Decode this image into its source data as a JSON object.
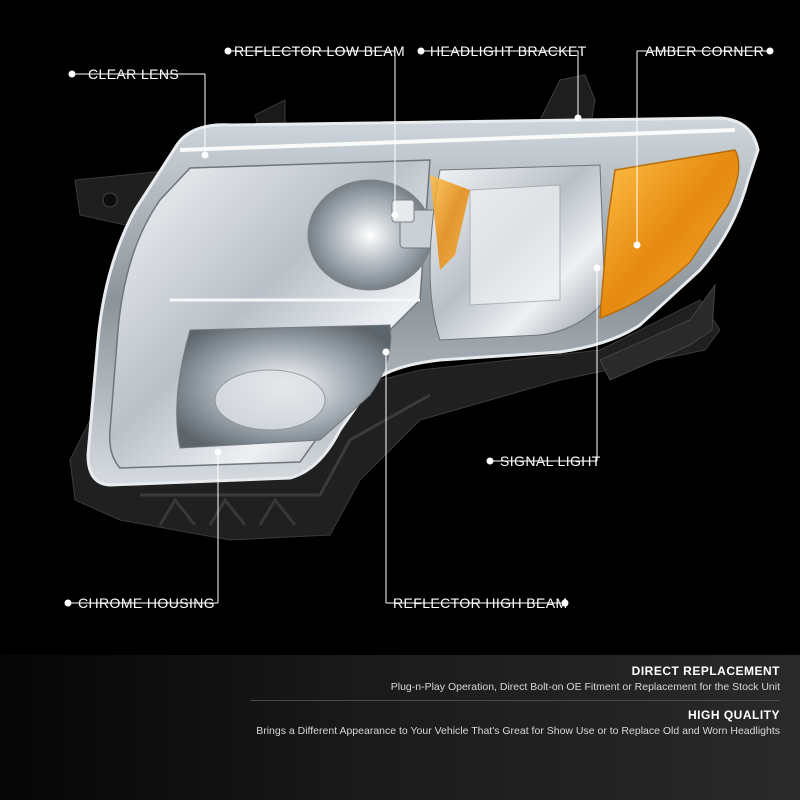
{
  "callouts": {
    "clear_lens": "CLEAR LENS",
    "reflector_low_beam": "REFLECTOR LOW BEAM",
    "headlight_bracket": "HEADLIGHT BRACKET",
    "amber_corner": "AMBER CORNER",
    "signal_light": "SIGNAL LIGHT",
    "chrome_housing": "CHROME HOUSING",
    "reflector_high_beam": "REFLECTOR HIGH BEAM"
  },
  "features": [
    {
      "title": "DIRECT REPLACEMENT",
      "description": "Plug-n-Play Operation, Direct Bolt-on OE Fitment or Replacement for the Stock Unit"
    },
    {
      "title": "HIGH QUALITY",
      "description": "Brings a Different Appearance to Your Vehicle That's Great for Show Use or to Replace Old and Worn Headlights"
    }
  ],
  "colors": {
    "background": "#000000",
    "amber": "#f0a020",
    "chrome": "#d8dde2",
    "housing_black": "#1c1c1c"
  }
}
